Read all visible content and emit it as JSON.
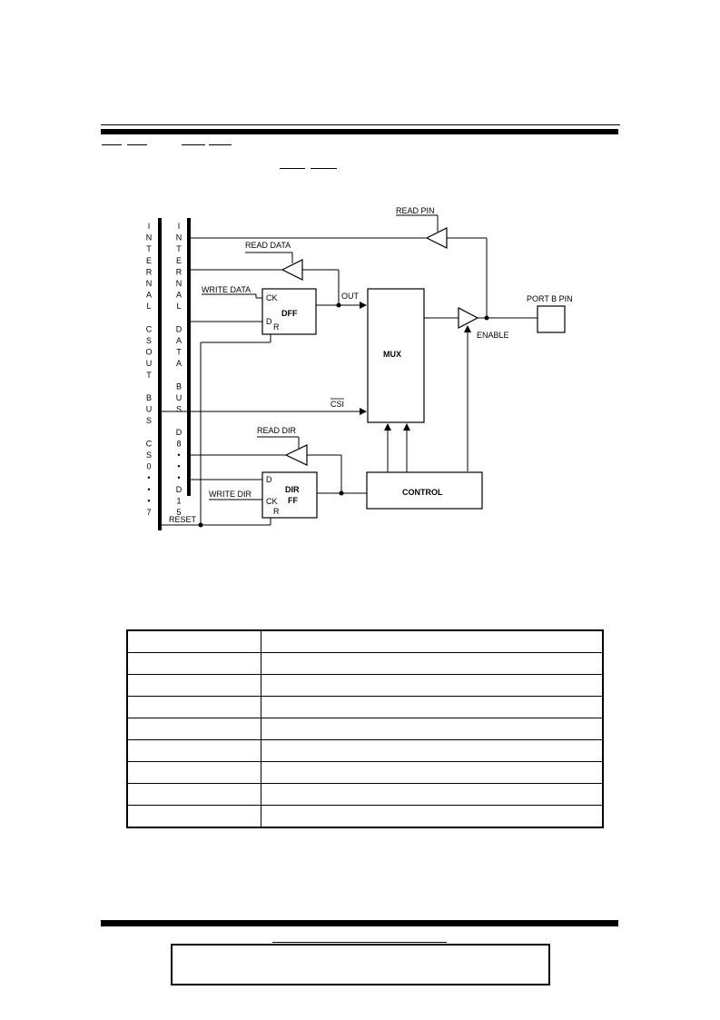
{
  "diagram": {
    "left_bus_label": [
      "I",
      "N",
      "T",
      "E",
      "R",
      "N",
      "A",
      "L",
      "",
      "C",
      "S",
      "O",
      "U",
      "T",
      "",
      "B",
      "U",
      "S",
      "",
      "C",
      "S",
      "0",
      "•",
      "•",
      "•",
      "7"
    ],
    "right_bus_label": [
      "I",
      "N",
      "T",
      "E",
      "R",
      "N",
      "A",
      "L",
      "",
      "D",
      "A",
      "T",
      "A",
      "",
      "B",
      "U",
      "S",
      "",
      "D",
      "8",
      "•",
      "•",
      "•",
      "D",
      "1",
      "5"
    ],
    "read_pin": "READ PIN",
    "read_data": "READ DATA",
    "write_data": "WRITE DATA",
    "ck": "CK",
    "d": "D",
    "r": "R",
    "dff": "DFF",
    "out": "OUT",
    "mux": "MUX",
    "port_b_pin": "PORT B PIN",
    "enable": "ENABLE",
    "csi": "CSI",
    "read_dir": "READ DIR",
    "write_dir": "WRITE DIR",
    "dir": "DIR",
    "ff": "FF",
    "control": "CONTROL",
    "reset": "RESET"
  }
}
